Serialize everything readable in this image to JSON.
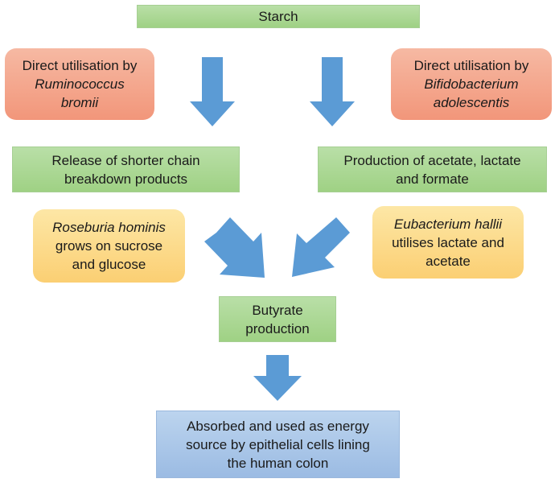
{
  "starch": "Starch",
  "ruminococcus": {
    "line1": "Direct utilisation by",
    "line2": "Ruminococcus",
    "line3": "bromii"
  },
  "bifidobacterium": {
    "line1": "Direct utilisation by",
    "line2": "Bifidobacterium",
    "line3": "adolescentis"
  },
  "release": {
    "line1": "Release of shorter chain",
    "line2": "breakdown products"
  },
  "production": {
    "line1": "Production of acetate, lactate",
    "line2": "and formate"
  },
  "roseburia": {
    "line1": "Roseburia hominis",
    "line2": "grows on sucrose",
    "line3": "and glucose"
  },
  "eubacterium": {
    "line1_italic": "Eubacterium hallii",
    "line2": "utilises lactate and",
    "line3": "acetate"
  },
  "butyrate": {
    "line1": "Butyrate",
    "line2": "production"
  },
  "absorbed": {
    "line1": "Absorbed and used as energy",
    "line2": "source by epithelial cells lining",
    "line3": "the human colon"
  },
  "colors": {
    "green": "#a9d58f",
    "red": "#f4a88e",
    "yellow": "#fcd98a",
    "blue": "#a9c5e8",
    "arrow": "#5b9bd5"
  }
}
